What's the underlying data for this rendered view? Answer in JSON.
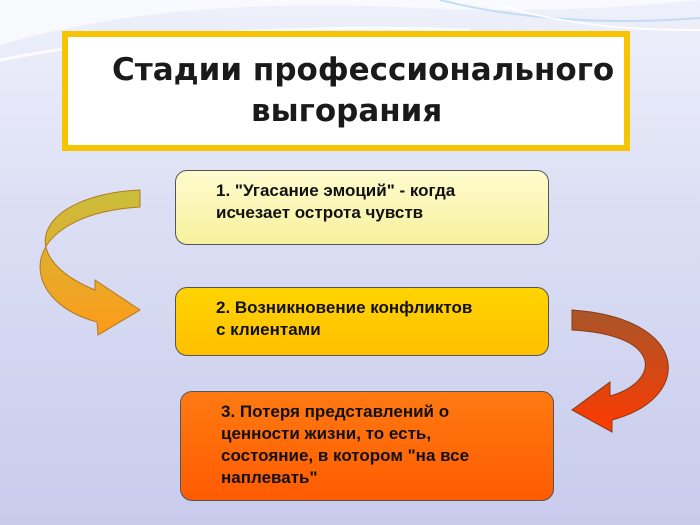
{
  "title": {
    "line1": "Стадии профессионального",
    "line2": "выгорания"
  },
  "stages": [
    {
      "text": "1. \"Угасание эмоций\" - когда\nисчезает острота чувств"
    },
    {
      "text": "2. Возникновение конфликтов\nс клиентами"
    },
    {
      "text": "3. Потеря представлений о\nценности жизни, то есть,\nсостояние, в котором \"на все\nнаплевать\""
    }
  ],
  "colors": {
    "title_border": "#f6c400",
    "stage1_fill": "#f7f19d",
    "stage2_fill": "#ffc000",
    "stage3_fill": "#ff5b00",
    "arrow_gradient_top": "#c8bf3c",
    "arrow_gradient_bottom": "#ff9a1a",
    "arrow_right_top": "#a8562a",
    "arrow_right_bottom": "#ff3a00"
  }
}
